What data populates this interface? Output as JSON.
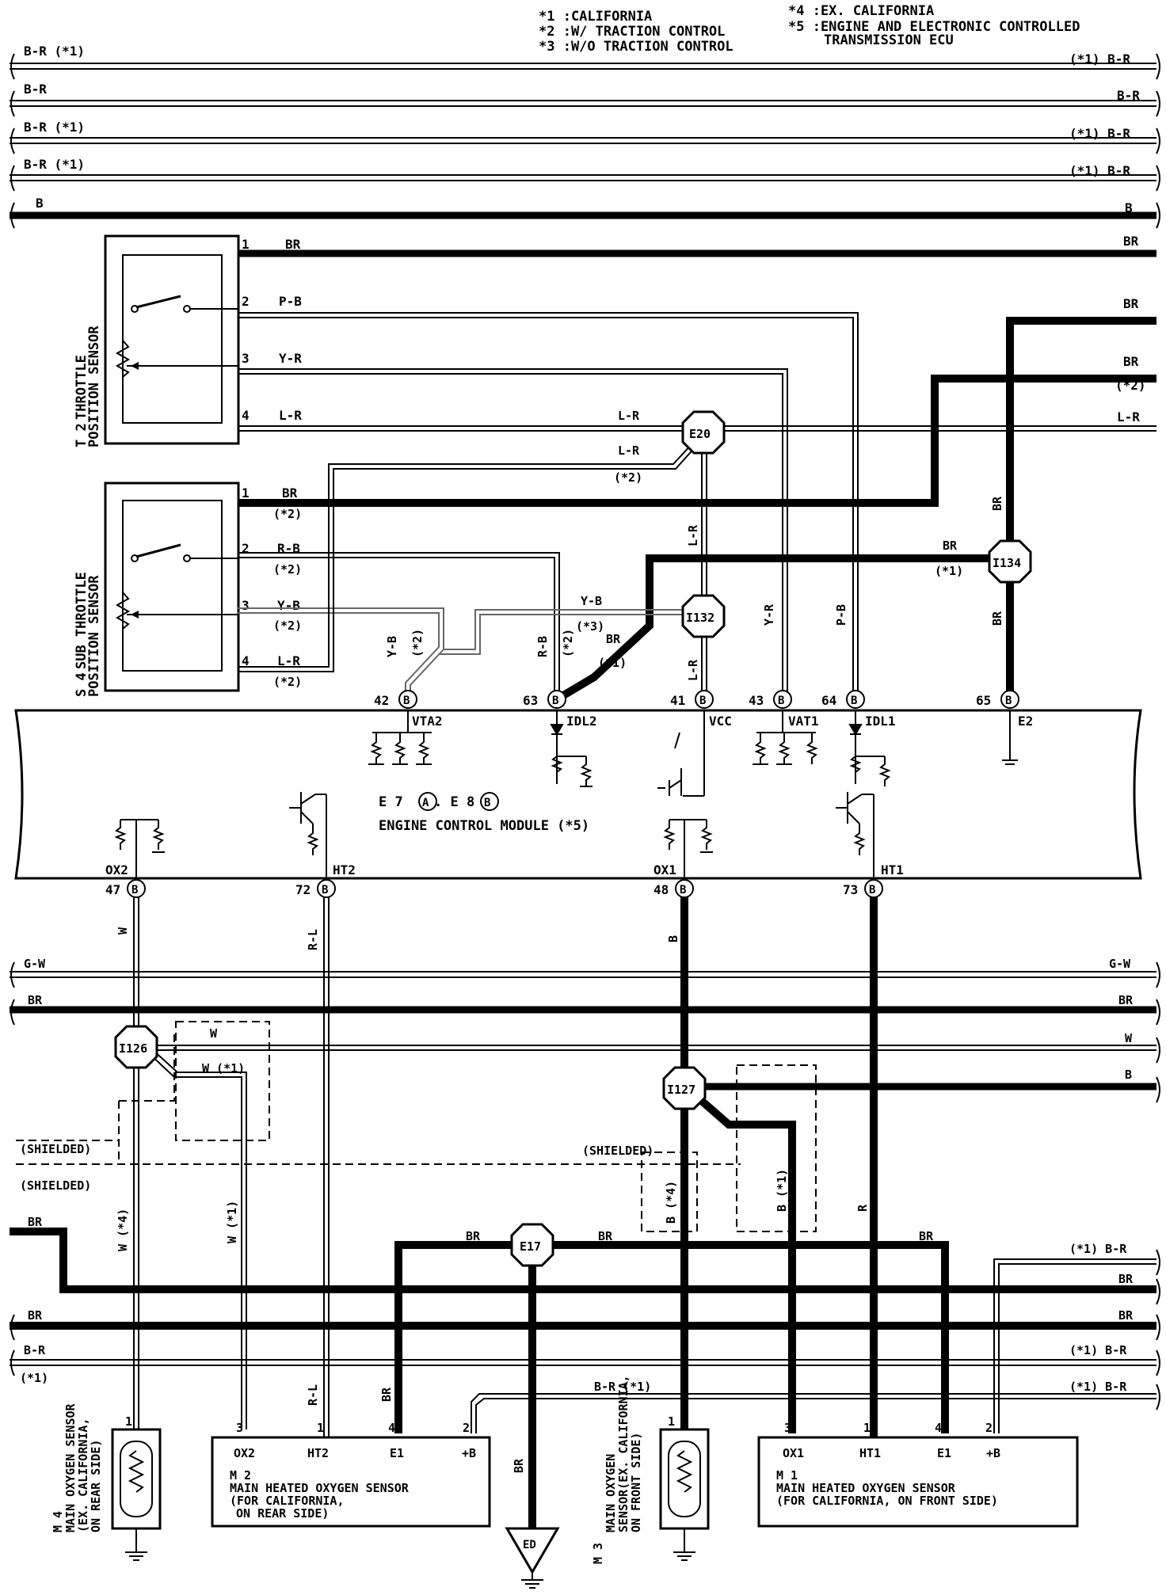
{
  "notes": {
    "n1": "*1 :CALIFORNIA",
    "n2": "*2 :W/ TRACTION CONTROL",
    "n3": "*3 :W/O TRACTION CONTROL",
    "n4": "*4 :EX. CALIFORNIA",
    "n5a": "*5 :ENGINE AND ELECTRONIC CONTROLLED",
    "n5b": "TRANSMISSION ECU"
  },
  "top_wires": [
    {
      "left": "B-R (*1)",
      "right": "(*1) B-R"
    },
    {
      "left": "B-R",
      "right": "B-R"
    },
    {
      "left": "B-R (*1)",
      "right": "(*1) B-R"
    },
    {
      "left": "B-R (*1)",
      "right": "(*1) B-R"
    },
    {
      "left": "B",
      "right": "B"
    }
  ],
  "t2": {
    "code": "T 2",
    "name1": "THROTTLE",
    "name2": "POSITION SENSOR",
    "pins": [
      "1",
      "2",
      "3",
      "4"
    ],
    "colors": [
      "BR",
      "P-B",
      "Y-R",
      "L-R"
    ]
  },
  "s4": {
    "code": "S 4",
    "name1": "SUB THROTTLE",
    "name2": "POSITION SENSOR",
    "pins": [
      "1",
      "2",
      "3",
      "4"
    ],
    "colors": [
      "BR",
      "R-B",
      "Y-B",
      "L-R"
    ],
    "notes": [
      "(*2)",
      "(*2)",
      "(*2)",
      "(*2)"
    ]
  },
  "right_labels": {
    "br1": "BR",
    "br2": "BR",
    "br3": "BR",
    "br3_note": "(*2)",
    "lr": "L-R"
  },
  "mid_labels": {
    "lr_top": "L-R",
    "lr_2": "L-R",
    "lr_2_note": "(*2)",
    "lr_vert": "L-R",
    "lr_vert2": "L-R",
    "yb": "Y-B",
    "yb_note": "(*3)",
    "yb_vert": "Y-B",
    "yb_vert_note": "(*2)",
    "rb_vert": "R-B",
    "rb_vert_note": "(*2)",
    "br_diag": "BR",
    "br_diag_note": "(*1)",
    "yr_vert": "Y-R",
    "pb_vert": "P-B",
    "br_i134_left": "BR",
    "br_i134_note": "(*1)",
    "br_i134_up": "BR",
    "br_i134_down": "BR"
  },
  "junctions": {
    "e20": "E20",
    "i132": "I132",
    "i134": "I134",
    "i126": "I126",
    "i127": "I127",
    "e17": "E17",
    "ed": "ED"
  },
  "ecm": {
    "title1": "E 7",
    "connA": "A",
    "sep": ". E 8",
    "connB": "B",
    "title2": "ENGINE CONTROL MODULE (*5)",
    "top_pins": [
      {
        "num": "42",
        "name": "VTA2",
        "conn": "B"
      },
      {
        "num": "63",
        "name": "IDL2",
        "conn": "B"
      },
      {
        "num": "41",
        "name": "VCC",
        "conn": "B"
      },
      {
        "num": "43",
        "name": "VAT1",
        "conn": "B"
      },
      {
        "num": "64",
        "name": "IDL1",
        "conn": "B"
      },
      {
        "num": "65",
        "name": "E2",
        "conn": "B"
      }
    ],
    "bottom_pins": [
      {
        "num": "47",
        "name": "OX2",
        "conn": "B"
      },
      {
        "num": "72",
        "name": "HT2",
        "conn": "B"
      },
      {
        "num": "48",
        "name": "OX1",
        "conn": "B"
      },
      {
        "num": "73",
        "name": "HT1",
        "conn": "B"
      }
    ]
  },
  "lower_wires": {
    "gw_l": "G-W",
    "gw_r": "G-W",
    "br_l": "BR",
    "br_r": "BR",
    "w_r": "W",
    "b_r": "B",
    "w_vert": "W",
    "rl_vert": "R-L",
    "b_vert": "B",
    "w_box": "W",
    "w1_box": "W (*1)",
    "shielded1": "(SHIELDED)",
    "shielded2": "(SHIELDED)",
    "shielded3": "(SHIELDED)",
    "w4": "W (*4)",
    "w1": "W (*1)",
    "b4": "B (*4)",
    "b1": "B (*1)",
    "r_vert": "R",
    "br_l2": "BR",
    "br_e17_l": "BR",
    "br_e17_r": "BR",
    "br_r2": "BR",
    "br_l3": "BR",
    "br_r3": "BR",
    "br_r4": "BR",
    "br_r5": "BR",
    "br_r5_note": "(*1) B-R",
    "br_l4": "B-R",
    "br_l4_note": "(*1)",
    "br_r6": "(*1) B-R",
    "br_r7": "(*1) B-R",
    "br_mid": "B-R (*1)",
    "rl_low": "R-L",
    "br_low1": "BR",
    "br_low2": "BR"
  },
  "sensors": {
    "m4": {
      "pin": "1",
      "line1": "M 4",
      "line2": "MAIN OXYGEN SENSOR",
      "line3": "(EX. CALIFORNIA,",
      "line4": "ON REAR SIDE)"
    },
    "m2": {
      "pins": [
        "3",
        "1",
        "4",
        "2"
      ],
      "terms": [
        "OX2",
        "HT2",
        "E1",
        "+B"
      ],
      "code": "M 2",
      "line1": "MAIN HEATED OXYGEN SENSOR",
      "line2": "(FOR CALIFORNIA,",
      "line3": "ON REAR SIDE)"
    },
    "m3": {
      "pin": "1",
      "line1": "M 3",
      "line2": "MAIN OXYGEN",
      "line3": "SENSOR(EX. CALIFORNIA,",
      "line4": "ON FRONT SIDE)"
    },
    "m1": {
      "pins": [
        "3",
        "1",
        "4",
        "2"
      ],
      "terms": [
        "OX1",
        "HT1",
        "E1",
        "+B"
      ],
      "code": "M 1",
      "line1": "MAIN HEATED OXYGEN SENSOR",
      "line2": "(FOR CALIFORNIA, ON FRONT SIDE)"
    }
  },
  "ground_wire": "BR"
}
